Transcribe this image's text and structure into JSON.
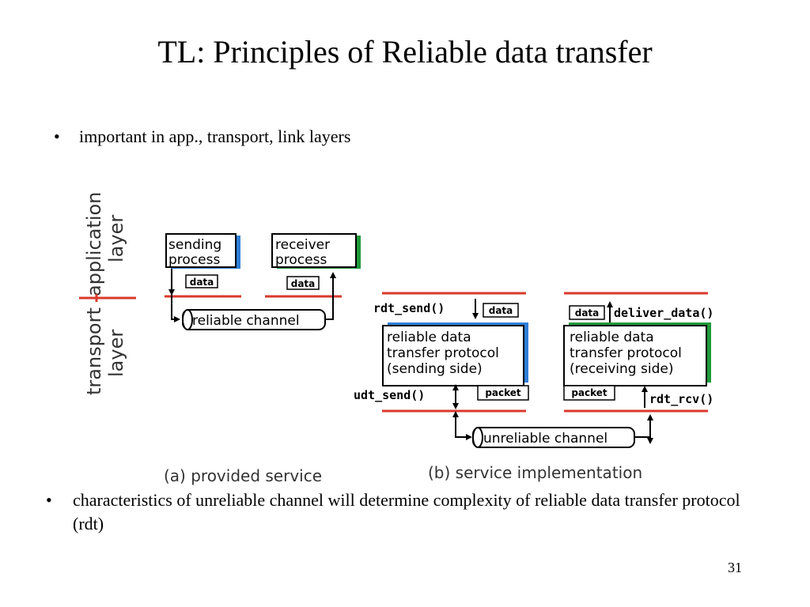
{
  "slide": {
    "title": "TL: Principles of Reliable data transfer",
    "bullets": [
      "important in app., transport, link layers",
      "characteristics of unreliable channel will determine complexity of reliable data transfer protocol (rdt)"
    ],
    "bullet_glyph": "•",
    "page_number": "31"
  },
  "diagram": {
    "layers": {
      "application": "application",
      "application_2": "layer",
      "transport": "transport",
      "transport_2": "layer"
    },
    "a": {
      "sending_process": [
        "sending",
        "process"
      ],
      "receiver_process": [
        "receiver",
        "process"
      ],
      "data_label": "data",
      "channel": "reliable channel",
      "caption": "(a)  provided service"
    },
    "b": {
      "rdt_send": "rdt_send()",
      "deliver_data": "deliver_data()",
      "data_label": "data",
      "sender_box": [
        "reliable data",
        "transfer protocol",
        "(sending side)"
      ],
      "receiver_box": [
        "reliable data",
        "transfer protocol",
        "(receiving side)"
      ],
      "udt_send": "udt_send()",
      "rdt_rcv": "rdt_rcv()",
      "packet_label": "packet",
      "channel": "unreliable channel",
      "caption": "(b) service implementation"
    },
    "colors": {
      "layer_line": "#d93a2b",
      "blue_accent": "#2f7fd8",
      "green_accent": "#1f9a3a"
    }
  }
}
